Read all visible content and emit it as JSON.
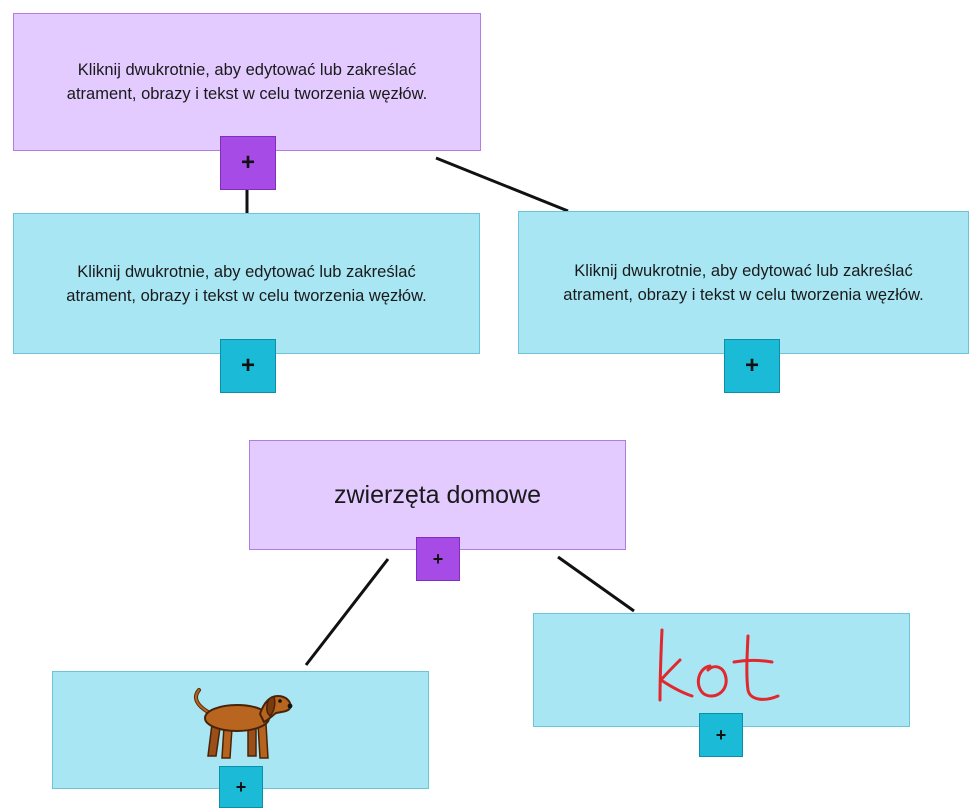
{
  "diagram_1": {
    "root": {
      "text": "Kliknij dwukrotnie, aby edytować lub zakreślać atrament, obrazy i tekst w celu tworzenia węzłów."
    },
    "child_left": {
      "text": "Kliknij dwukrotnie, aby edytować lub zakreślać atrament, obrazy i tekst w celu tworzenia węzłów."
    },
    "child_right": {
      "text": "Kliknij dwukrotnie, aby edytować lub zakreślać atrament, obrazy i tekst w celu tworzenia węzłów."
    }
  },
  "diagram_2": {
    "root": {
      "text": "zwierzęta domowe"
    },
    "child_left": {
      "image": "dog-image"
    },
    "child_right": {
      "ink_text": "kot"
    }
  },
  "plus_label": "+",
  "colors": {
    "purple_node": "#e3caff",
    "purple_button": "#a64be6",
    "cyan_node": "#a8e6f3",
    "cyan_button": "#1bbad6",
    "ink": "#e0282e",
    "connector": "#111111"
  }
}
